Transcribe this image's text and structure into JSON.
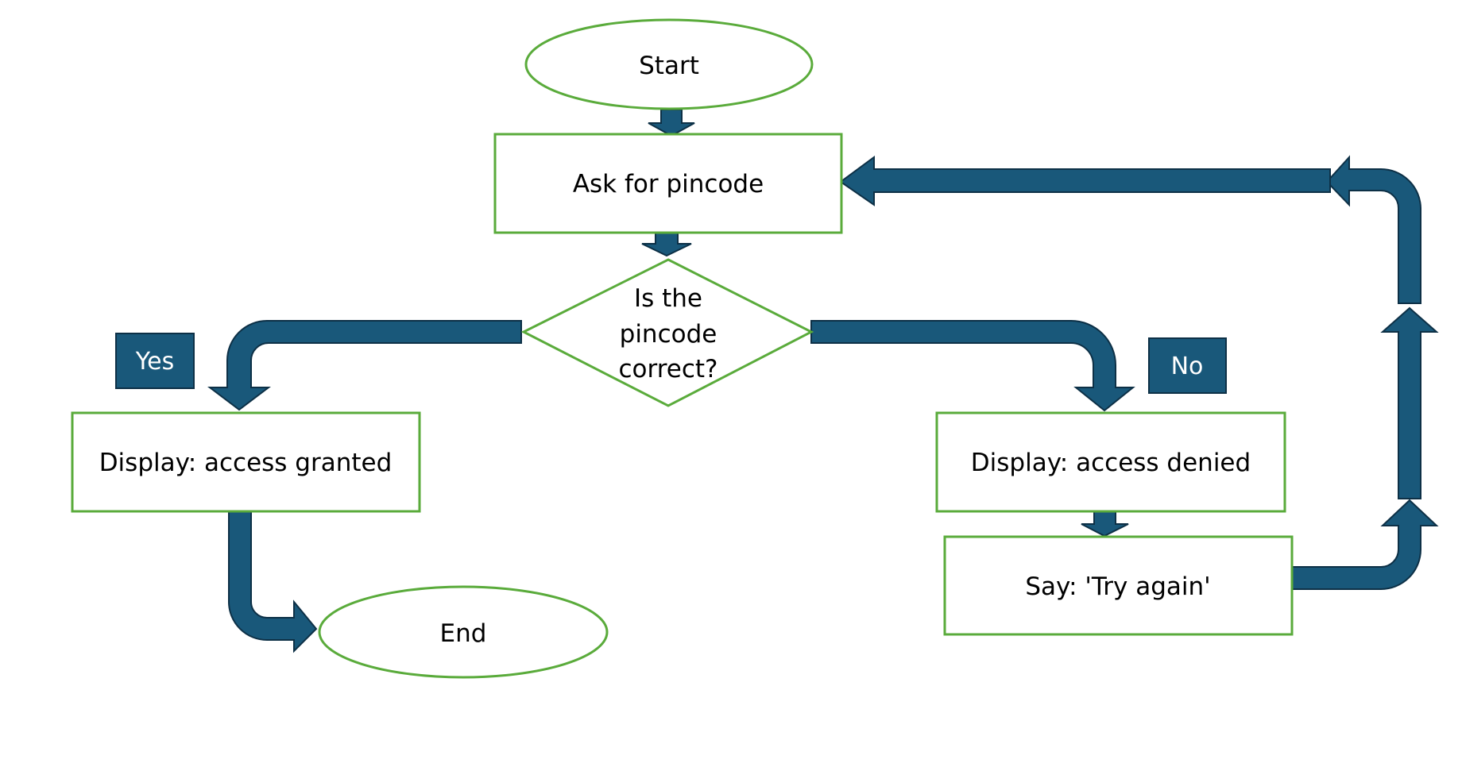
{
  "colors": {
    "node_border": "#5aab3b",
    "arrow_fill": "#19587a",
    "arrow_stroke": "#0d3046",
    "tag_fill": "#19587a",
    "text": "#000000",
    "tag_text": "#ffffff"
  },
  "nodes": {
    "start": {
      "shape": "ellipse",
      "label": "Start"
    },
    "ask_pincode": {
      "shape": "rectangle",
      "label": "Ask for pincode"
    },
    "decision": {
      "shape": "diamond",
      "label_line_1": "Is the",
      "label_line_2": "pincode",
      "label_line_3": "correct?"
    },
    "access_granted": {
      "shape": "rectangle",
      "label": "Display: access granted"
    },
    "access_denied": {
      "shape": "rectangle",
      "label": "Display: access denied"
    },
    "try_again": {
      "shape": "rectangle",
      "label": "Say: 'Try again'"
    },
    "end": {
      "shape": "ellipse",
      "label": "End"
    }
  },
  "branch_labels": {
    "yes": "Yes",
    "no": "No"
  },
  "edges": [
    {
      "from": "start",
      "to": "ask_pincode"
    },
    {
      "from": "ask_pincode",
      "to": "decision"
    },
    {
      "from": "decision",
      "to": "access_granted",
      "label": "Yes"
    },
    {
      "from": "decision",
      "to": "access_denied",
      "label": "No"
    },
    {
      "from": "access_granted",
      "to": "end"
    },
    {
      "from": "access_denied",
      "to": "try_again"
    },
    {
      "from": "try_again",
      "to": "ask_pincode"
    }
  ]
}
